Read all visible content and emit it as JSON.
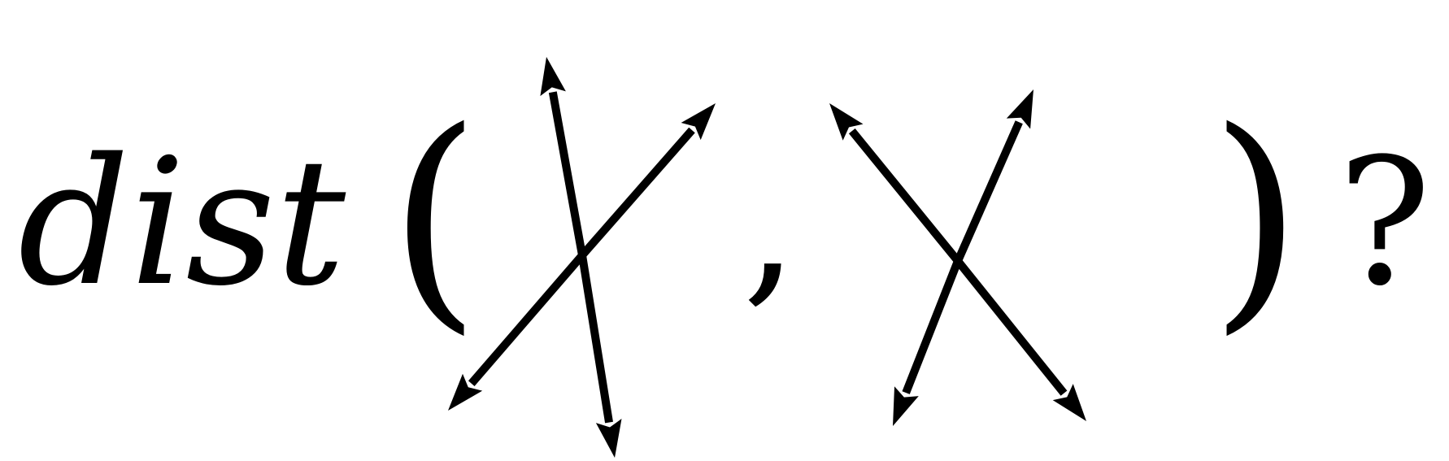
{
  "formula": {
    "function_name": "dist",
    "open_paren": "(",
    "separator": ",",
    "close_paren": ")",
    "question_mark": "?"
  },
  "arrows": [
    {
      "name": "arrow-up-steep",
      "group": 1
    },
    {
      "name": "arrow-down-steep",
      "group": 1
    },
    {
      "name": "arrow-up-right",
      "group": 1
    },
    {
      "name": "arrow-down-left",
      "group": 1
    },
    {
      "name": "arrow-up-left",
      "group": 2
    },
    {
      "name": "arrow-down-right",
      "group": 2
    },
    {
      "name": "arrow-up-right-2",
      "group": 2
    },
    {
      "name": "arrow-down-left-2",
      "group": 2
    }
  ],
  "colors": {
    "ink": "#000000",
    "background": "#ffffff"
  }
}
